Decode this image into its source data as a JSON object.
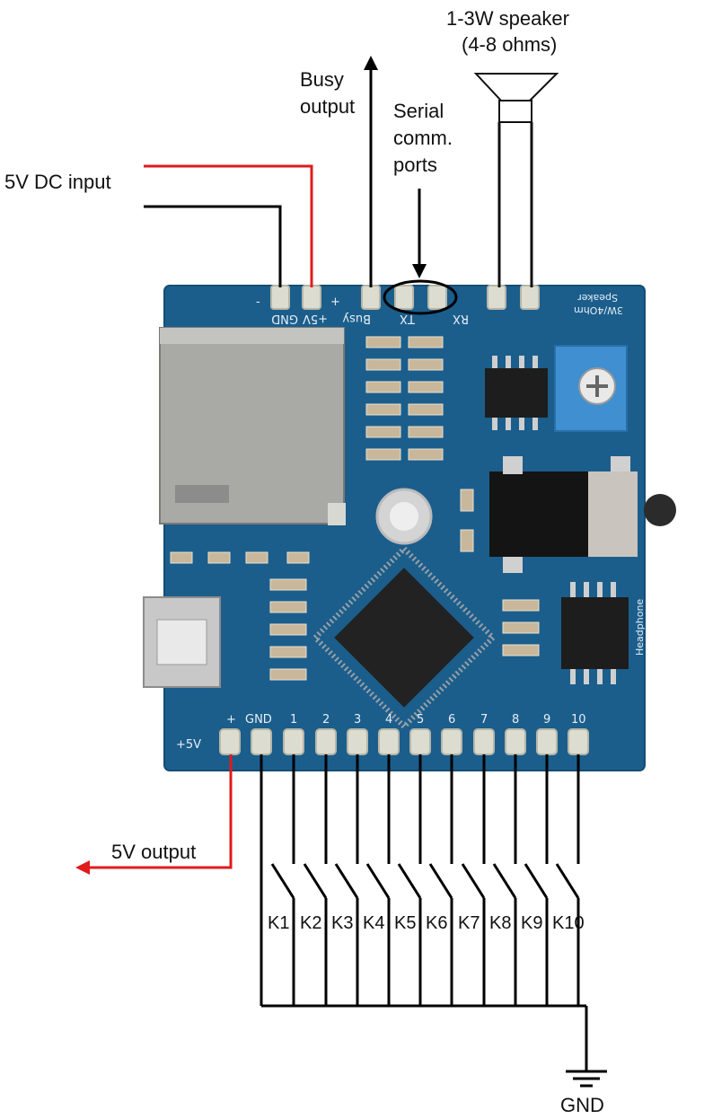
{
  "labels": {
    "speaker_line1": "1-3W speaker",
    "speaker_line2": "(4-8 ohms)",
    "busy_line1": "Busy",
    "busy_line2": "output",
    "serial_line1": "Serial",
    "serial_line2": "comm.",
    "serial_line3": "ports",
    "dc_input": "5V DC input",
    "output_5v": "5V output",
    "gnd": "GND"
  },
  "board_silk": {
    "minus": "-",
    "plus": "+",
    "gnd": "GND",
    "plus5v": "+5V",
    "busy": "Busy",
    "tx": "TX",
    "rx": "RX",
    "speaker_line1": "3W/4Ohm",
    "speaker_line2": "Speaker",
    "headphone": "Headphone",
    "bottom_5v": "+5V",
    "bottom_plus": "+",
    "bottom_gnd": "GND",
    "pins": [
      "1",
      "2",
      "3",
      "4",
      "5",
      "6",
      "7",
      "8",
      "9",
      "10"
    ]
  },
  "switches": [
    "K1",
    "K2",
    "K3",
    "K4",
    "K5",
    "K6",
    "K7",
    "K8",
    "K9",
    "K10"
  ],
  "colors": {
    "board": "#1b5e8c",
    "wire_red": "#e01b1b",
    "wire_black": "#000000",
    "pad": "#dcdcd0"
  }
}
